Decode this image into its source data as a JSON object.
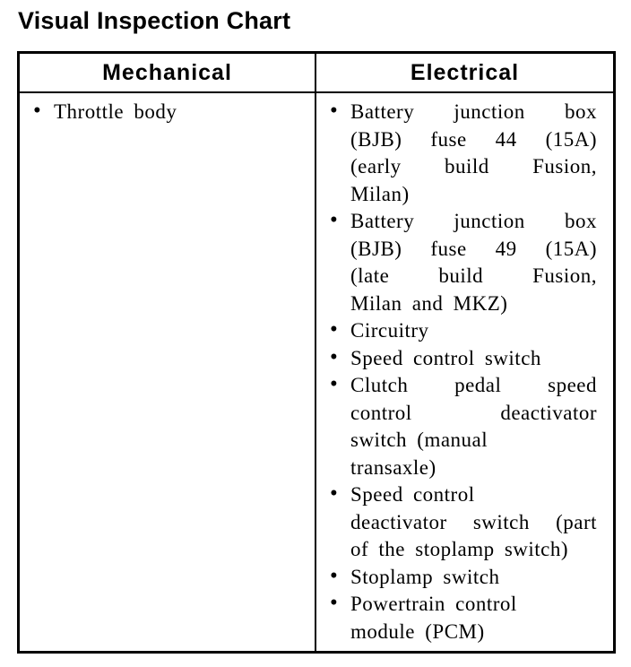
{
  "page": {
    "title": "Visual Inspection Chart",
    "background_color": "#ffffff",
    "text_color": "#000000",
    "border_color": "#000000"
  },
  "table": {
    "bullet": "•",
    "mechanical": {
      "header": "Mechanical",
      "items": [
        [
          "Throttle body"
        ]
      ]
    },
    "electrical": {
      "header": "Electrical",
      "items": [
        [
          "Battery junction box",
          "(BJB) fuse 44 (15A)",
          "(early build Fusion,",
          "Milan)"
        ],
        [
          "Battery junction box",
          "(BJB) fuse 49 (15A)",
          "(late build Fusion,",
          "Milan and MKZ)"
        ],
        [
          "Circuitry"
        ],
        [
          "Speed control switch"
        ],
        [
          "Clutch pedal speed",
          "control deactivator",
          "switch (manual",
          "transaxle)"
        ],
        [
          "Speed control",
          "deactivator switch (part",
          "of the stoplamp switch)"
        ],
        [
          "Stoplamp switch"
        ],
        [
          "Powertrain control",
          "module (PCM)"
        ]
      ]
    }
  }
}
